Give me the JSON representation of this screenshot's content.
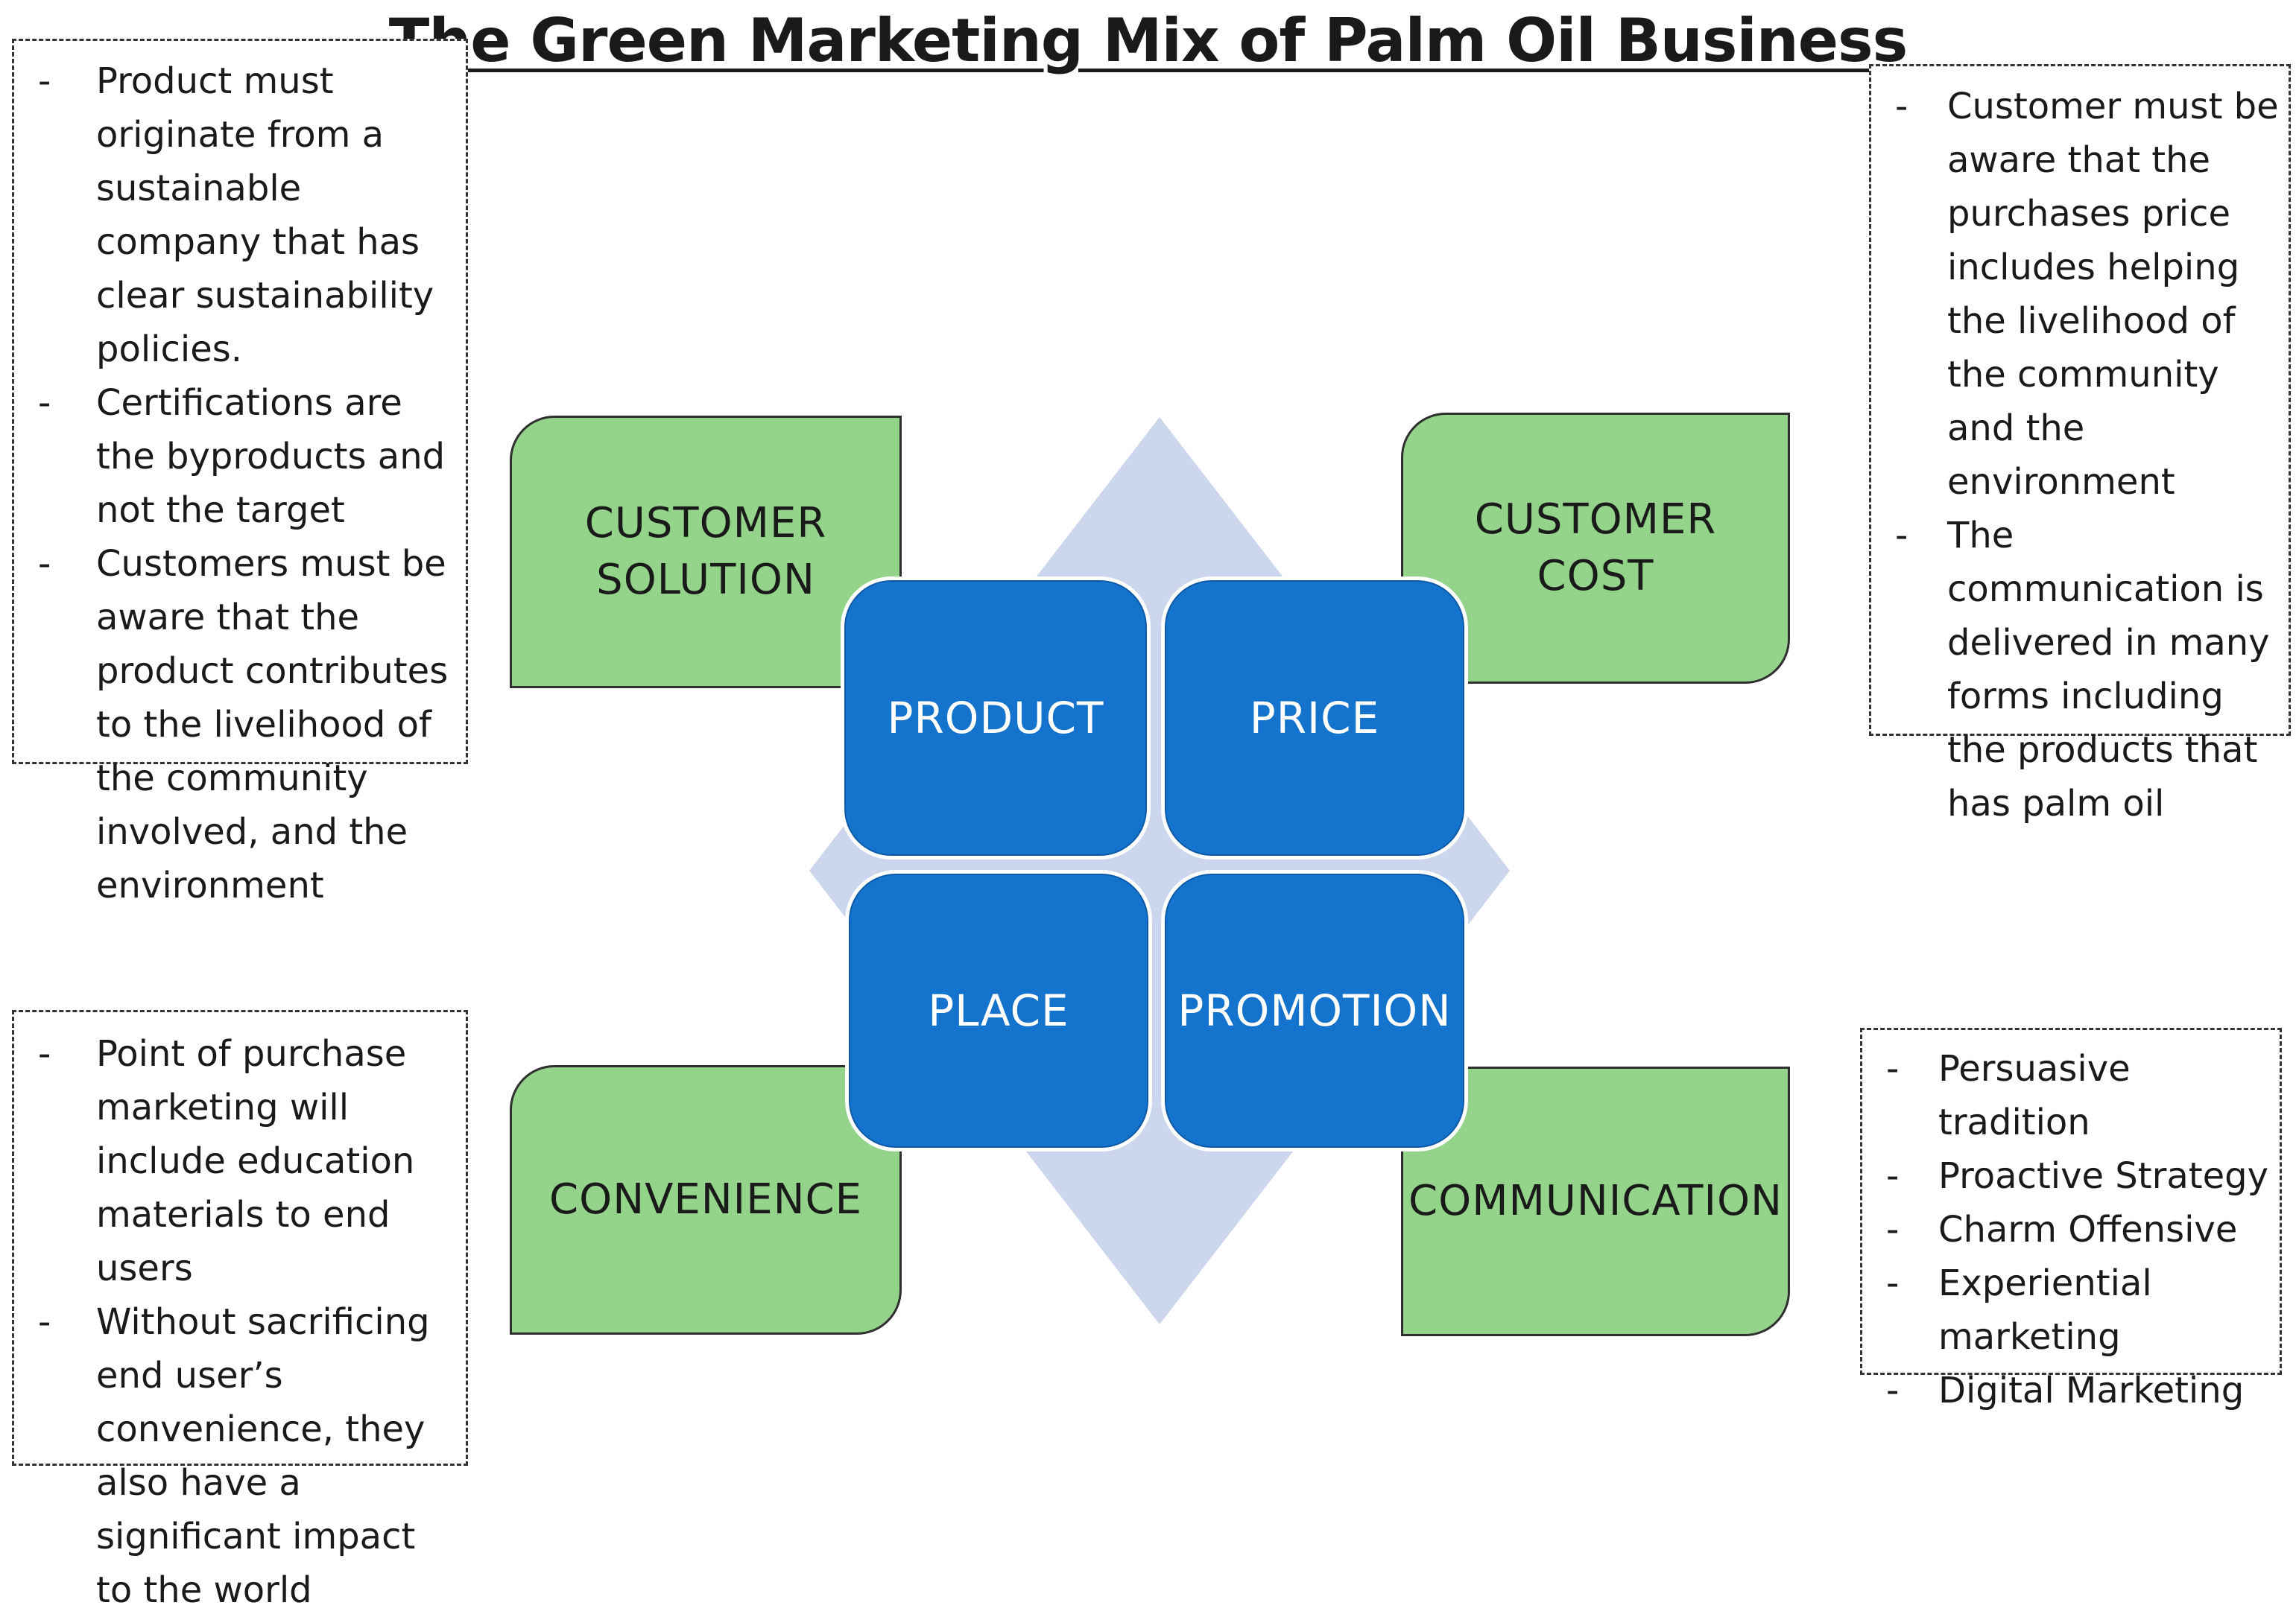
{
  "title": "The Green Marketing Mix of Palm Oil Business",
  "notes": {
    "top_left": [
      "Product must originate from a sustainable company that has clear sustainability  policies.",
      "Certifications are the byproducts and not the target",
      "Customers must be aware that the product contributes to the livelihood of the community involved, and the environment"
    ],
    "top_right": [
      "Customer must be aware that  the purchases price includes helping the livelihood of the community and the environment",
      "The communication is delivered in many forms including the products that  has palm oil"
    ],
    "bottom_left": [
      "Point of purchase marketing will include education materials to end users",
      "Without sacrificing end user’s convenience, they also have a significant impact to the world"
    ],
    "bottom_right": [
      "Persuasive tradition",
      "Proactive Strategy",
      "Charm Offensive",
      "Experiential marketing",
      "Digital Marketing"
    ]
  },
  "green_boxes": {
    "customer_solution_line1": "CUSTOMER",
    "customer_solution_line2": "SOLUTION",
    "customer_cost_line1": "CUSTOMER",
    "customer_cost_line2": "COST",
    "convenience": "CONVENIENCE",
    "communication": "COMMUNICATION"
  },
  "blue_boxes": {
    "product": "PRODUCT",
    "price": "PRICE",
    "place": "PLACE",
    "promotion": "PROMOTION"
  },
  "colors": {
    "green_fill": "#93d38a",
    "blue_fill": "#1473cc",
    "diamond_fill": "#ccd6ec"
  }
}
